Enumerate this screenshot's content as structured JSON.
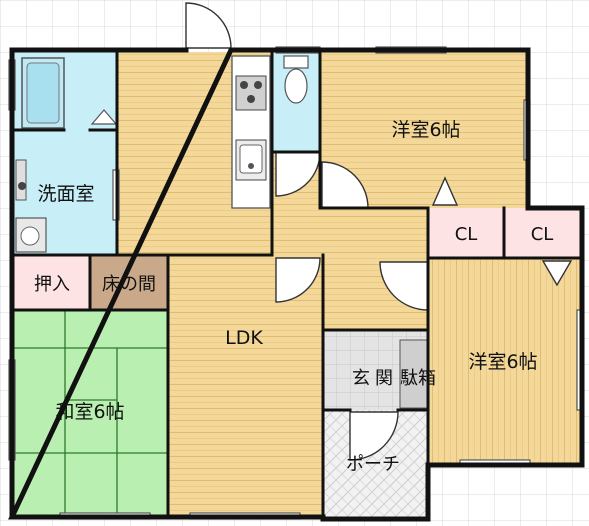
{
  "rooms": {
    "western_room_1": "洋室6帖",
    "western_room_2": "洋室6帖",
    "washroom": "洗面室",
    "closet_1": "CL",
    "closet_2": "CL",
    "oshiire": "押入",
    "tokonoma": "床の間",
    "ldk": "LDK",
    "entrance": "玄",
    "entrance_hall": "関",
    "shoe_cabinet": "駄箱",
    "japanese_room": "和室6帖",
    "porch": "ポーチ"
  },
  "colors": {
    "wall": "#111111",
    "wood_floor": "#f3d89a",
    "wood_grain": "#e0bd70",
    "tatami": "#b9efb0",
    "tatami_line": "#2d7a2d",
    "water_area": "#c8eef7",
    "closet": "#fde3e3",
    "tokonoma": "#caa88a",
    "entrance_tile": "#e4e4e4",
    "porch_tile": "#efefef",
    "grid": "#d9d9d9"
  }
}
